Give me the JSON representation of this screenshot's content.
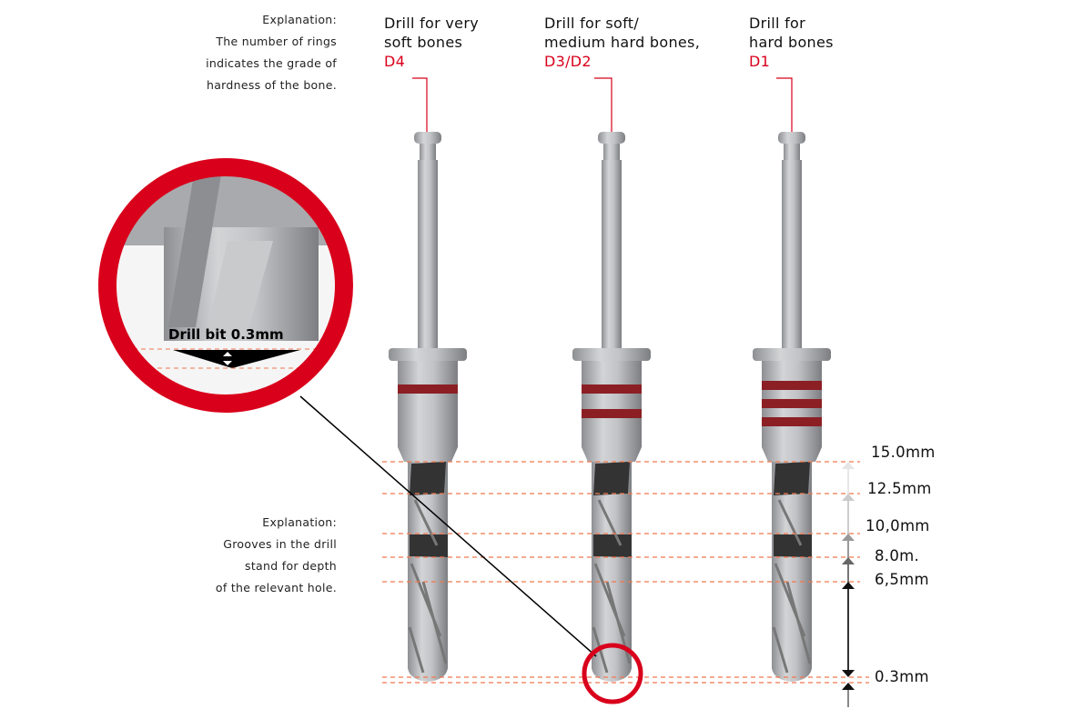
{
  "explanation_top": {
    "title": "Explanation:",
    "lines": [
      "The number of rings",
      "indicates the grade of",
      "hardness of the bone."
    ]
  },
  "explanation_bottom": {
    "title": "Explanation:",
    "lines": [
      "Grooves in the drill",
      "stand for depth",
      "of the relevant hole."
    ]
  },
  "drills": [
    {
      "lines": [
        "Drill for very",
        "soft bones"
      ],
      "code": "D4",
      "rings": 1
    },
    {
      "lines": [
        "Drill for soft/",
        "medium hard bones,"
      ],
      "code": "D3/D2",
      "rings": 2
    },
    {
      "lines": [
        "Drill for",
        "hard bones"
      ],
      "code": "D1",
      "rings": 3
    }
  ],
  "depths": [
    "15.0mm",
    "12.5mm",
    "10,0mm",
    "8.0m.",
    "6,5mm",
    "0.3mm"
  ],
  "magnifier": {
    "label": "Drill bit 0.3mm"
  },
  "colors": {
    "accent": "#d9001b",
    "ring": "#8b1f24",
    "guide": "#f07850"
  }
}
